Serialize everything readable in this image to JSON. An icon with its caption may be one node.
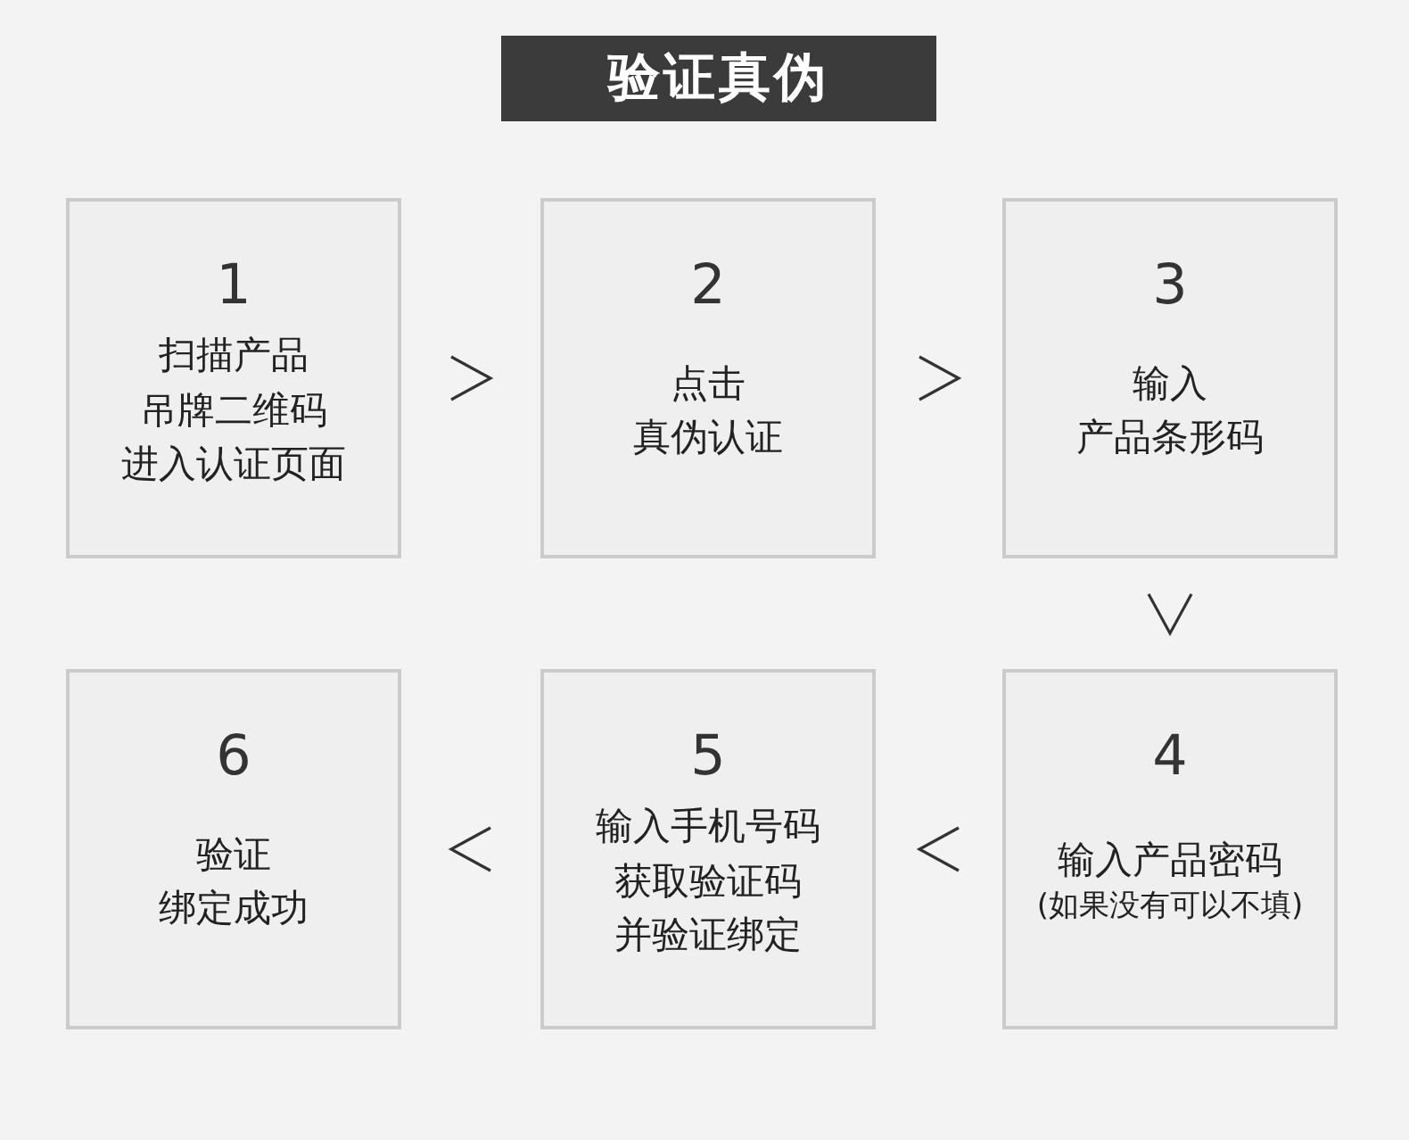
{
  "diagram": {
    "title": "验证真伪",
    "nodes": [
      {
        "text": [
          "1",
          "扫描产品吊牌二维码进入认证页面"
        ]
      },
      {
        "text": [
          "2",
          "点击真伪认证"
        ]
      },
      {
        "text": [
          "3",
          "输入产品条形码"
        ]
      },
      {
        "text": [
          "4",
          "输入产品密码",
          "(如果没有可以不填)"
        ]
      },
      {
        "text": [
          "5",
          "输入手机号码获取验证码并验证绑定"
        ]
      },
      {
        "text": [
          "6",
          "验证绑定成功"
        ]
      }
    ],
    "edges": [
      {
        "from": 0,
        "to": 1,
        "arrow": "to"
      },
      {
        "from": 1,
        "to": 2,
        "arrow": "to"
      },
      {
        "from": 2,
        "to": 3,
        "arrow": "to"
      },
      {
        "from": 3,
        "to": 4,
        "arrow": "to"
      },
      {
        "from": 4,
        "to": 5,
        "arrow": "to"
      }
    ]
  }
}
